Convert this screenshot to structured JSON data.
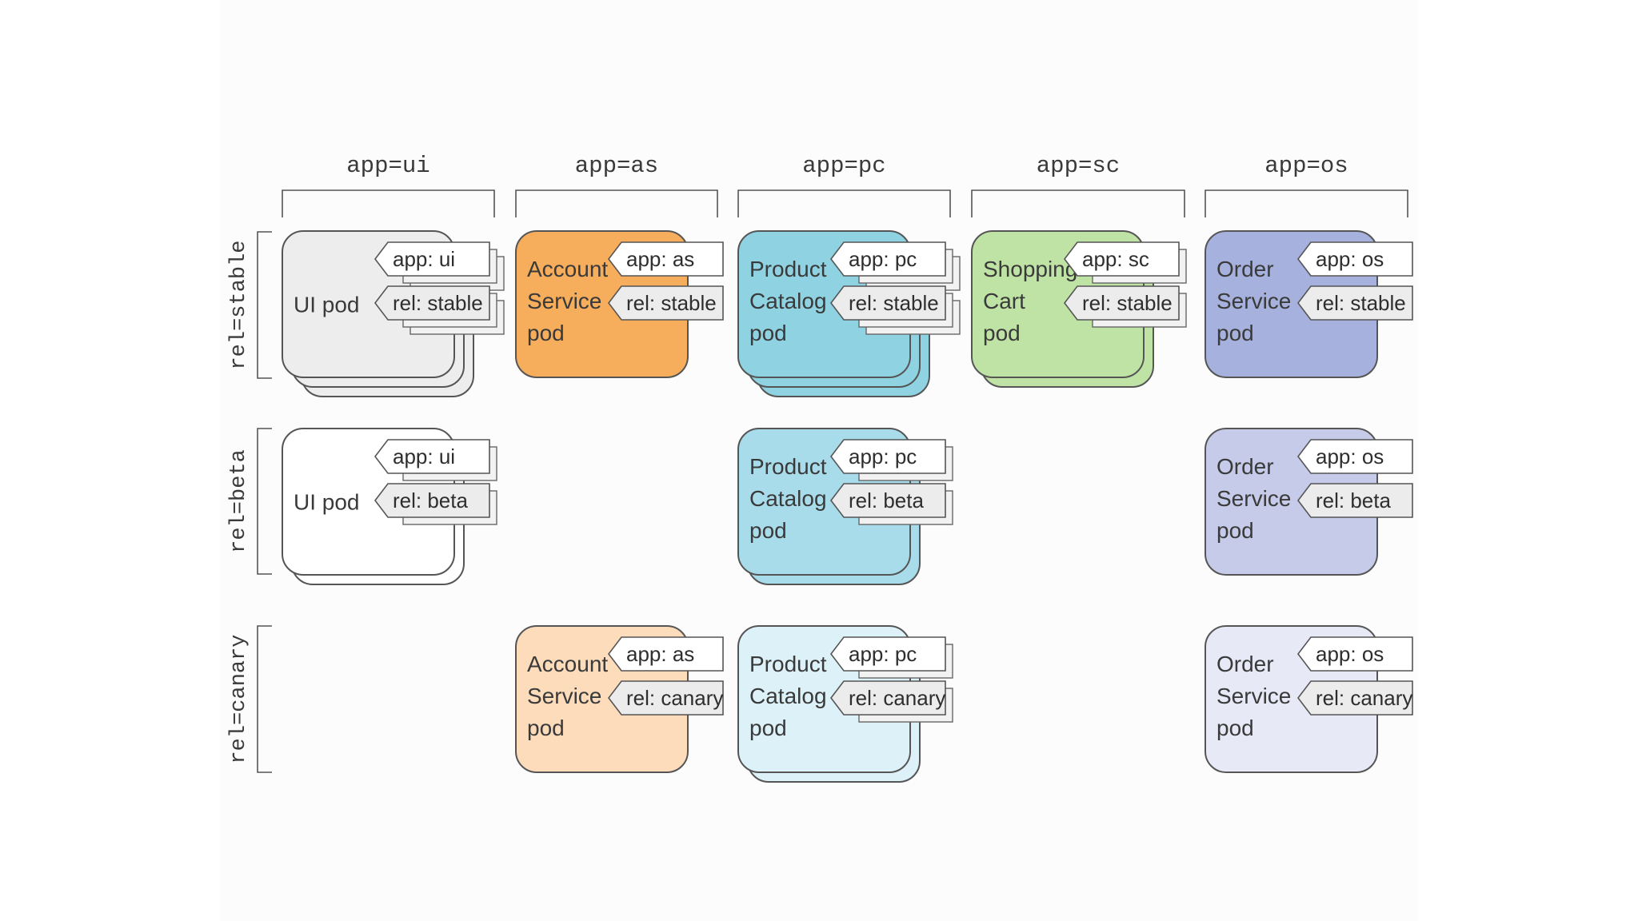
{
  "columns": [
    {
      "label": "app=ui"
    },
    {
      "label": "app=as"
    },
    {
      "label": "app=pc"
    },
    {
      "label": "app=sc"
    },
    {
      "label": "app=os"
    }
  ],
  "rows": [
    {
      "label": "rel=stable"
    },
    {
      "label": "rel=beta"
    },
    {
      "label": "rel=canary"
    }
  ],
  "pods": [
    {
      "col": 0,
      "row": 0,
      "name": [
        "UI pod"
      ],
      "tags": [
        "app: ui",
        "rel: stable"
      ],
      "copies": 3,
      "color": "#ededed"
    },
    {
      "col": 1,
      "row": 0,
      "name": [
        "Account",
        "Service",
        "pod"
      ],
      "tags": [
        "app: as",
        "rel: stable"
      ],
      "copies": 1,
      "color": "#f6ad5c"
    },
    {
      "col": 2,
      "row": 0,
      "name": [
        "Product",
        "Catalog",
        "pod"
      ],
      "tags": [
        "app: pc",
        "rel: stable"
      ],
      "copies": 3,
      "color": "#8fd3e3"
    },
    {
      "col": 3,
      "row": 0,
      "name": [
        "Shopping",
        "Cart",
        "pod"
      ],
      "tags": [
        "app: sc",
        "rel: stable"
      ],
      "copies": 2,
      "color": "#bfe3a5"
    },
    {
      "col": 4,
      "row": 0,
      "name": [
        "Order",
        "Service",
        "pod"
      ],
      "tags": [
        "app: os",
        "rel: stable"
      ],
      "copies": 1,
      "color": "#a6b2dd"
    },
    {
      "col": 0,
      "row": 1,
      "name": [
        "UI pod"
      ],
      "tags": [
        "app: ui",
        "rel: beta"
      ],
      "copies": 2,
      "color": "#ffffff"
    },
    {
      "col": 2,
      "row": 1,
      "name": [
        "Product",
        "Catalog",
        "pod"
      ],
      "tags": [
        "app: pc",
        "rel: beta"
      ],
      "copies": 2,
      "color": "#a9dceb"
    },
    {
      "col": 4,
      "row": 1,
      "name": [
        "Order",
        "Service",
        "pod"
      ],
      "tags": [
        "app: os",
        "rel: beta"
      ],
      "copies": 1,
      "color": "#c5cbe8"
    },
    {
      "col": 1,
      "row": 2,
      "name": [
        "Account",
        "Service",
        "pod"
      ],
      "tags": [
        "app: as",
        "rel: canary"
      ],
      "copies": 1,
      "color": "#fddcbc"
    },
    {
      "col": 2,
      "row": 2,
      "name": [
        "Product",
        "Catalog",
        "pod"
      ],
      "tags": [
        "app: pc",
        "rel: canary"
      ],
      "copies": 2,
      "color": "#ddf1f8"
    },
    {
      "col": 4,
      "row": 2,
      "name": [
        "Order",
        "Service",
        "pod"
      ],
      "tags": [
        "app: os",
        "rel: canary"
      ],
      "copies": 1,
      "color": "#e7e9f6"
    }
  ]
}
